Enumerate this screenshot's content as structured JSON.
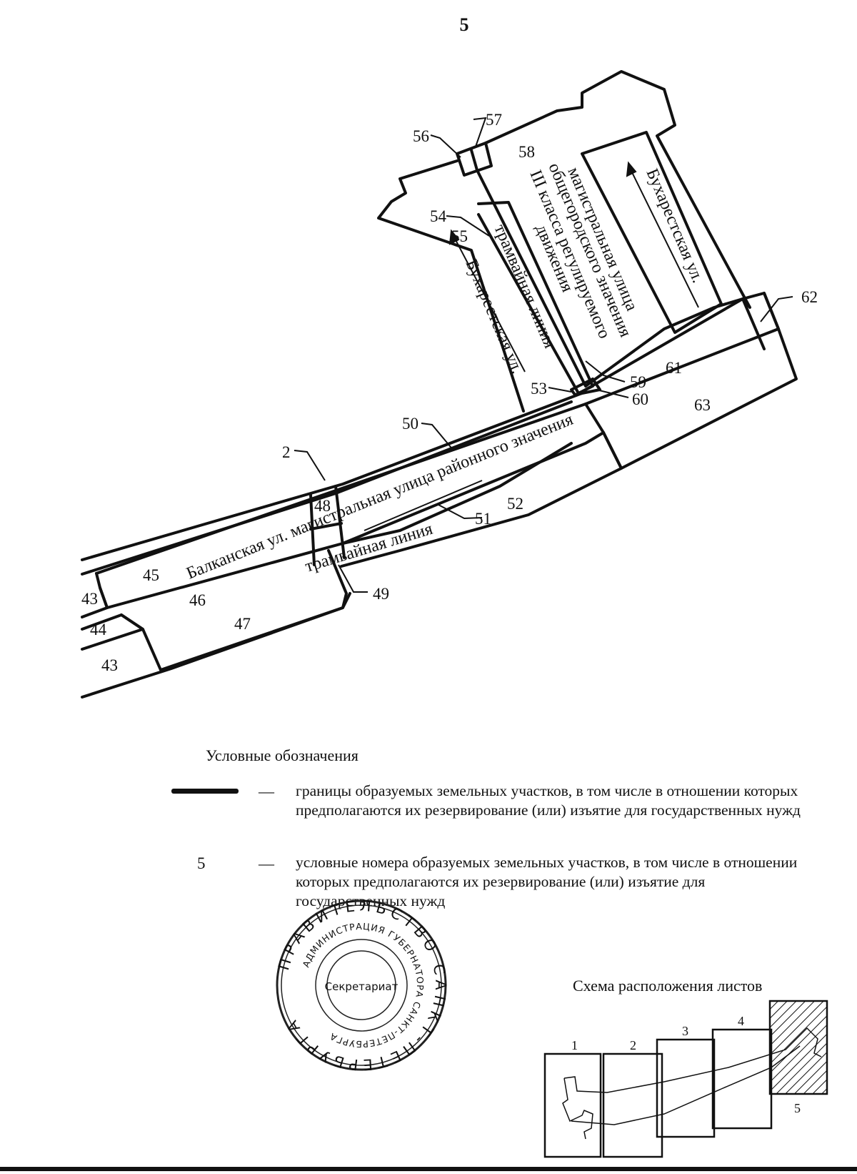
{
  "page": {
    "number": "5"
  },
  "map": {
    "parcel_labels": {
      "p2": "2",
      "p43a": "43",
      "p43b": "43",
      "p44": "44",
      "p45": "45",
      "p46": "46",
      "p47": "47",
      "p48": "48",
      "p49": "49",
      "p50": "50",
      "p51": "51",
      "p52": "52",
      "p53": "53",
      "p54": "54",
      "p55": "55",
      "p56": "56",
      "p57": "57",
      "p58": "58",
      "p59": "59",
      "p60": "60",
      "p61": "61",
      "p62": "62",
      "p63": "63"
    },
    "street_labels": {
      "balkanskaya": "Балканская ул. магистральная улица районного значения",
      "tram_lower": "трамвайная линия",
      "tram_upper": "трамвайная линия",
      "bukharestskaya_left": "Бухарестская ул.",
      "bukharestskaya_right": "Бухарестская ул.",
      "mag_line1": "магистральная улица",
      "mag_line2": "общегородского значения",
      "mag_line3": "III класса регулируемого",
      "mag_line4": "движения"
    }
  },
  "legend": {
    "title": "Условные обозначения",
    "dash": "—",
    "item1_text": "границы образуемых земельных участков, в том числе в отношении которых предполагаются их резервирование (или) изъятие для государственных нужд",
    "item2_symbol": "5",
    "item2_text": "условные номера образуемых земельных участков, в том числе в отношении которых предполагаются их резервирование (или) изъятие для государственных нужд"
  },
  "stamp": {
    "outer_text": "ПРАВИТЕЛЬСТВО САНКТ-ПЕТЕРБУРГА",
    "inner_text": "АДМИНИСТРАЦИЯ ГУБЕРНАТОРА САНКТ-ПЕТЕРБУРГА",
    "center_text": "Секретариат"
  },
  "sheet_scheme": {
    "title": "Схема расположения листов",
    "sheets": [
      "1",
      "2",
      "3",
      "4",
      "5"
    ],
    "highlighted_sheet": "5"
  }
}
